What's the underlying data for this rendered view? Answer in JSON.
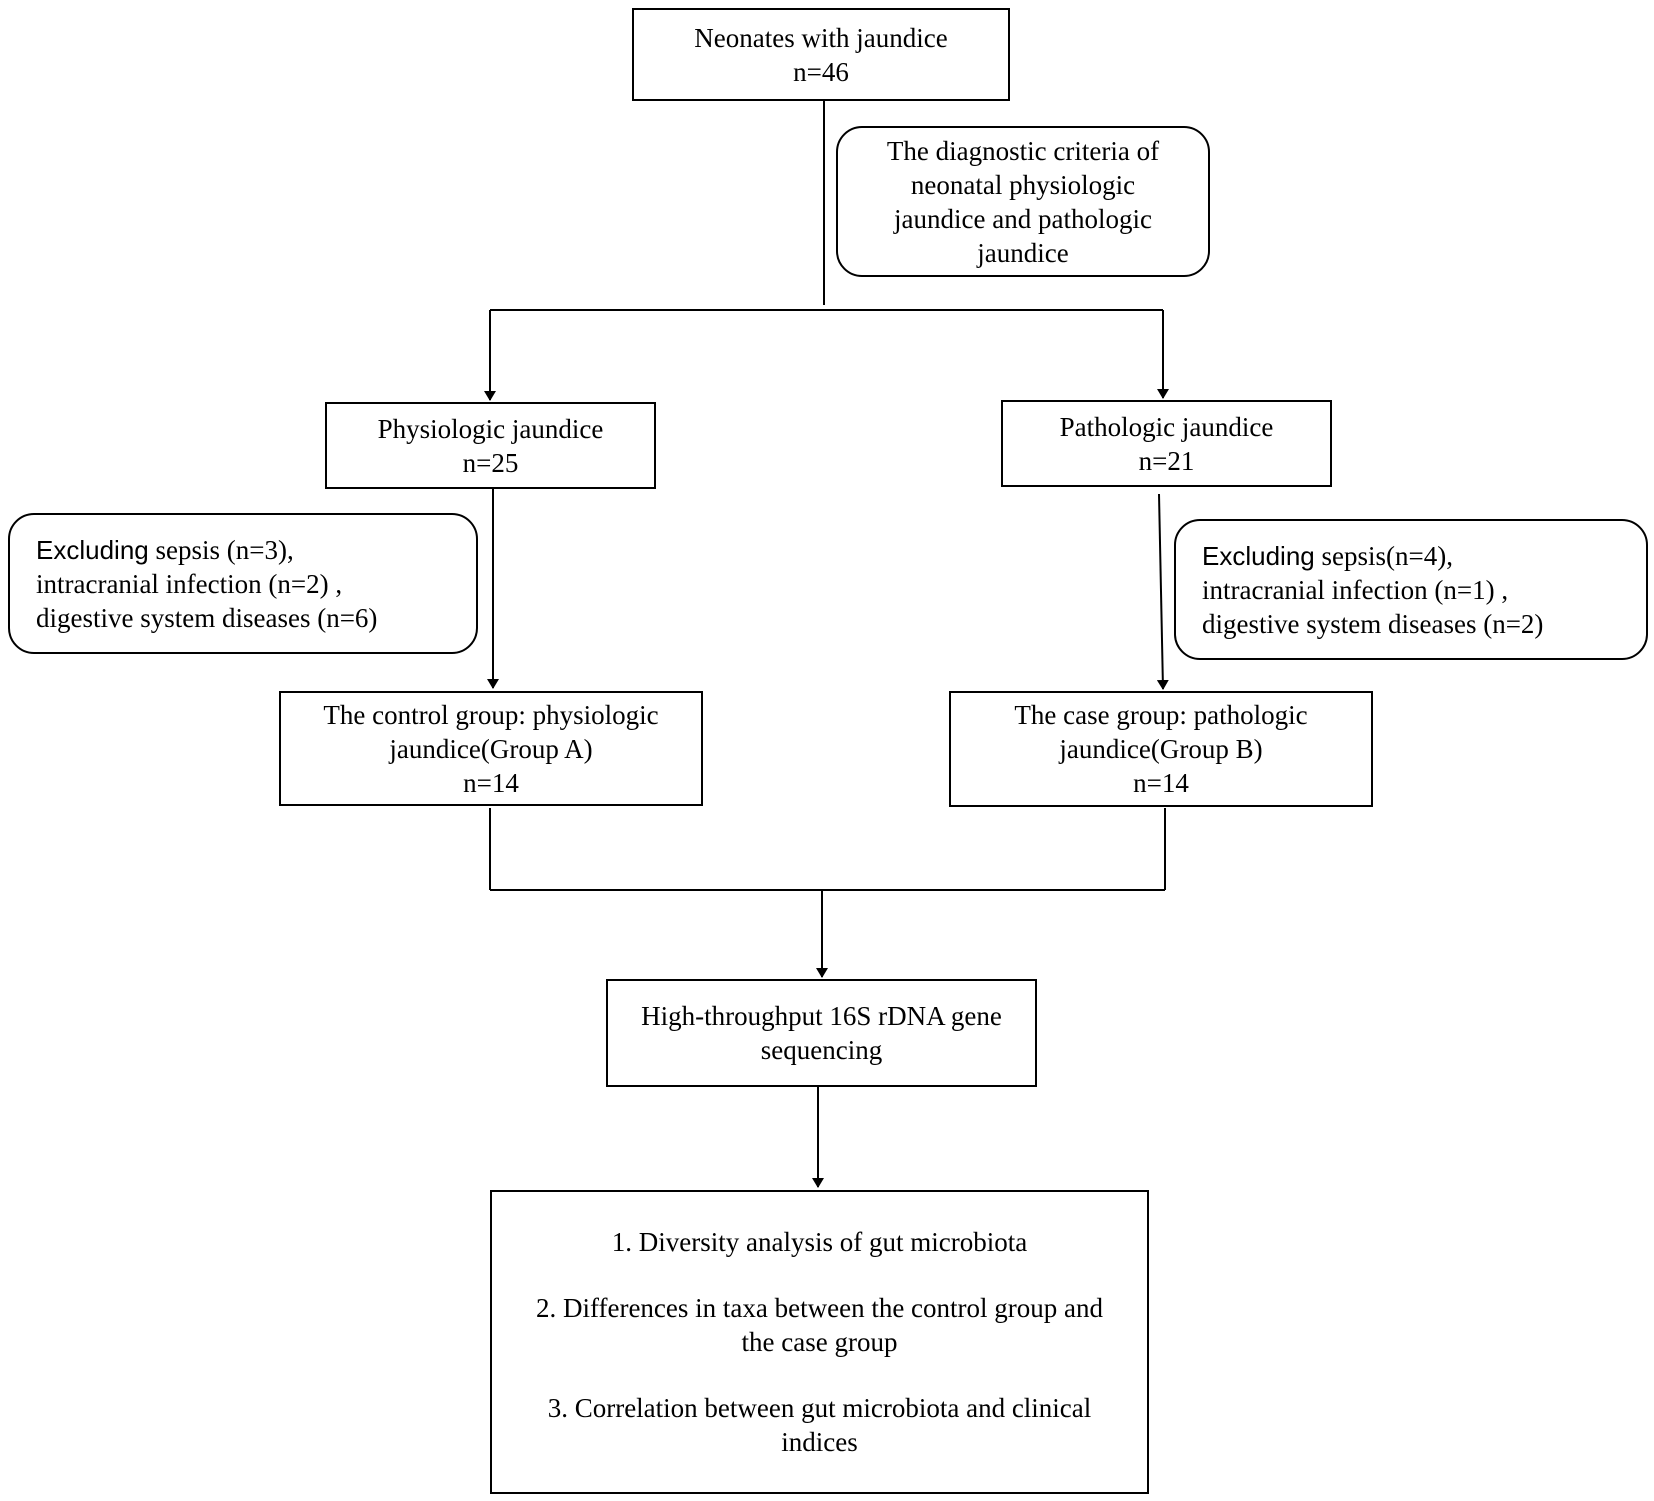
{
  "start": {
    "title": "Neonates with jaundice",
    "n": "n=46"
  },
  "criteria": {
    "lines": [
      "The diagnostic criteria of",
      "neonatal physiologic",
      "jaundice and pathologic",
      "jaundice"
    ]
  },
  "physiologic": {
    "title": "Physiologic jaundice",
    "n": "n=25"
  },
  "pathologic": {
    "title": "Pathologic jaundice",
    "n": "n=21"
  },
  "exclusion_left": {
    "word": "Excluding",
    "line1_rest": " sepsis (n=3),",
    "line2": "intracranial infection (n=2) ,",
    "line3": " digestive system diseases (n=6)"
  },
  "exclusion_right": {
    "word": "Excluding",
    "line1_rest": "  sepsis(n=4),",
    "line2": "intracranial infection (n=1) ,",
    "line3": " digestive system diseases (n=2)"
  },
  "control_group": {
    "line1": "The control group: physiologic",
    "line2": "jaundice(Group A)",
    "n": "n=14"
  },
  "case_group": {
    "line1": "The case group: pathologic",
    "line2": "jaundice(Group B)",
    "n": "n=14"
  },
  "sequencing": {
    "line1": "High-throughput 16S rDNA gene",
    "line2": "sequencing"
  },
  "outcomes": {
    "item1": "1. Diversity analysis of gut microbiota",
    "item2_line1": "2. Differences in taxa between the control group and",
    "item2_line2": "the case group",
    "item3_line1": "3. Correlation between gut microbiota and clinical",
    "item3_line2": "indices"
  }
}
